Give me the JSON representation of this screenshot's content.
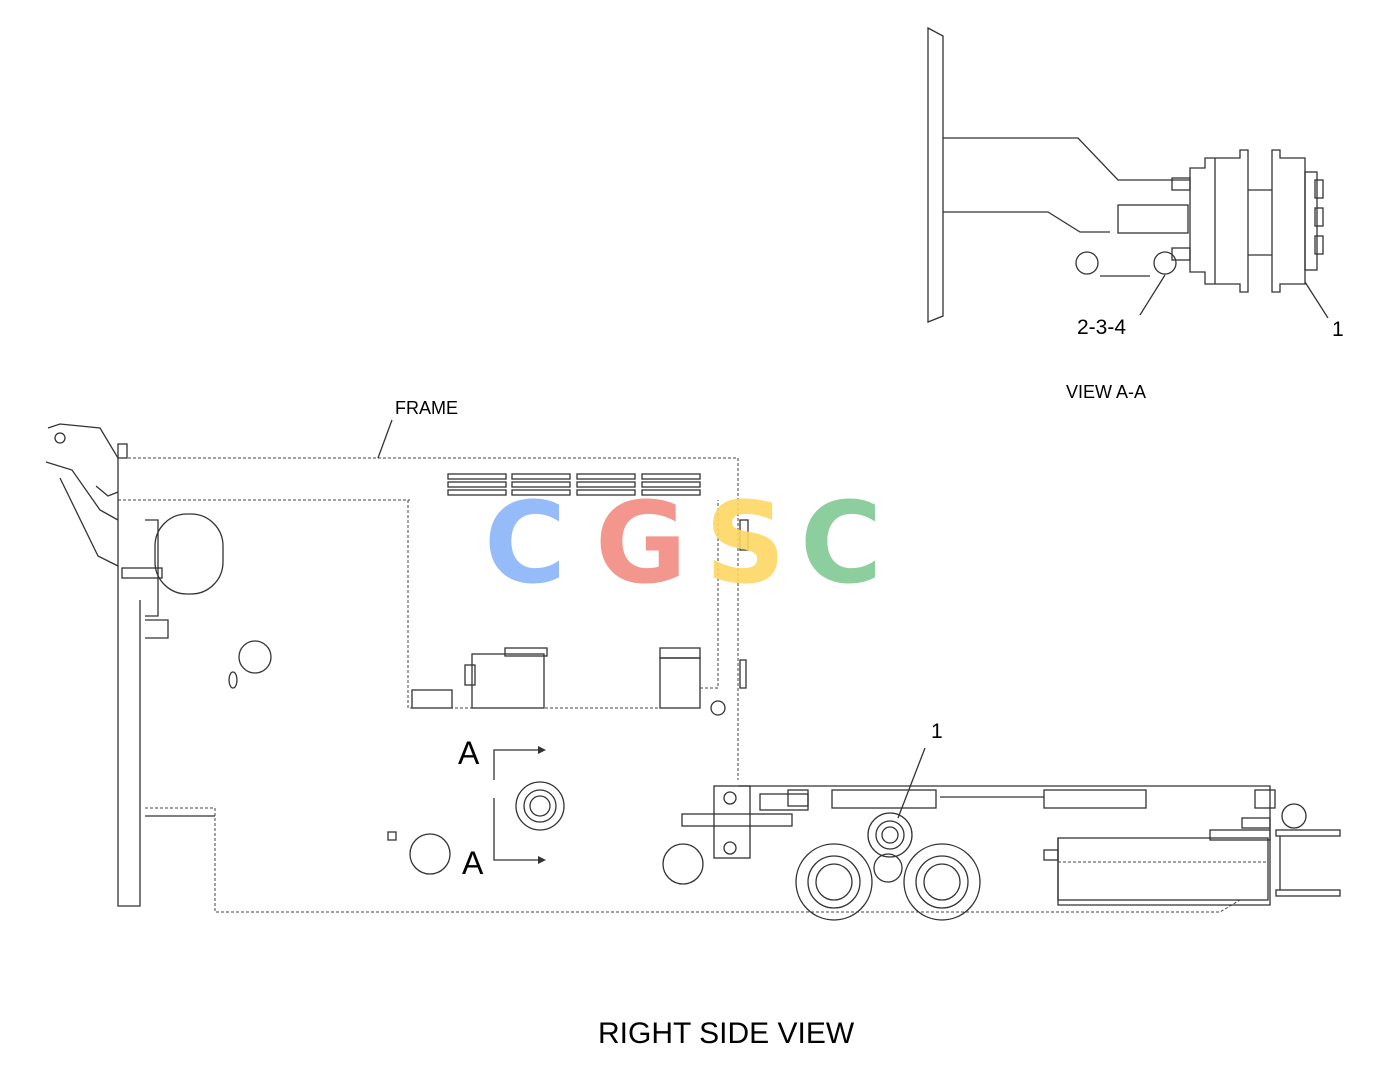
{
  "view_aa": {
    "callout_2_3_4": "2-3-4",
    "callout_1": "1",
    "caption": "VIEW A-A"
  },
  "right_side_view": {
    "frame_label": "FRAME",
    "callout_1": "1",
    "section_marker_top": "A",
    "section_marker_bottom": "A",
    "caption": "RIGHT SIDE VIEW"
  },
  "watermark": {
    "letters": [
      "C",
      "G",
      "S",
      "C"
    ],
    "colors": [
      "#8ab4f8",
      "#f28b82",
      "#fdd663",
      "#81c995"
    ]
  }
}
